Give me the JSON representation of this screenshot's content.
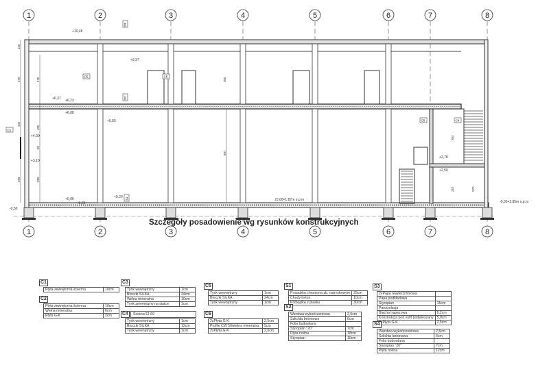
{
  "axes": [
    "1",
    "2",
    "3",
    "4",
    "5",
    "6",
    "7",
    "8"
  ],
  "levels": {
    "roof": "+10,48",
    "ceiling": "+9,37",
    "floor1_a": "+6,37",
    "floor1_b": "+6,23",
    "floor1_c": "+6,08",
    "beam": "+5,59",
    "window_top": "+4,00",
    "window_bottom": "+3,10",
    "ground_a": "+0,00",
    "ground_b": "-0,20",
    "ground_c": "+0,20",
    "ground_main": "±0,00=1,87m n.p.m",
    "outside_left": "-0,50",
    "outside_right": "-0,02=1,85m n.p.m",
    "stair_a": "+2,78",
    "stair_b": "+2,50"
  },
  "dims": {
    "d150": "150",
    "d270": "270",
    "d347": "347",
    "d105": "105",
    "d90": "90",
    "d280": "280",
    "d300": "300",
    "d607": "607",
    "d302": "302",
    "d267": "267",
    "d270b": "270"
  },
  "tags": {
    "c1": "C1",
    "c5": "C5",
    "c4": "C4",
    "s2": "S2",
    "s3": "S3",
    "s1": "S1"
  },
  "caption": "Szczegóły posadowienie wg rysunków konstrukcyjnych",
  "tables": {
    "C1": {
      "label": "C1",
      "rows": [
        [
          "Płyta zewnętrzna ścienna",
          "10cm"
        ]
      ]
    },
    "C2": {
      "label": "C2",
      "rows": [
        [
          "Płyta zewnętrzna ścienna",
          "10cm"
        ],
        [
          "Wełna mineralna",
          "6cm"
        ],
        [
          "Płyta G-K",
          "2cm"
        ]
      ]
    },
    "C3": {
      "label": "C3",
      "rows": [
        [
          "Tynk wewnętrzny",
          "1cm"
        ],
        [
          "Bloczki SILKA",
          "24cm"
        ],
        [
          "Wełna mineralna",
          "10cm"
        ],
        [
          "Tynk zewnętrzny na siatce",
          "1cm"
        ]
      ]
    },
    "C4": {
      "label": "C4",
      "header": "Ściana EI 60",
      "rows": [
        [
          "Tynk wewnętrzny",
          "1cm"
        ],
        [
          "Bloczki SILKA",
          "12cm"
        ],
        [
          "Tynk wewnętrzny",
          "1cm"
        ]
      ]
    },
    "C5": {
      "label": "C5",
      "rows": [
        [
          "Tynk wewnętrzny",
          "1cm"
        ],
        [
          "Bloczki SILKA",
          "24cm"
        ],
        [
          "Tynk wewnętrzny",
          "1cm"
        ]
      ]
    },
    "C6": {
      "label": "C6",
      "rows": [
        [
          "2xPłyta G-K",
          "2,5cm"
        ],
        [
          "Profile CW 50/wełna mineralna",
          "5cm"
        ],
        [
          "2xPłyta G-K",
          "2,5cm"
        ]
      ]
    },
    "S1": {
      "label": "S1",
      "rows": [
        [
          "Posadzka chroniona zb. natryskowym",
          "25cm"
        ],
        [
          "Chudy beton",
          "10cm"
        ],
        [
          "Podsypka z piasku",
          "30cm"
        ]
      ]
    },
    "S2": {
      "label": "S2",
      "rows": [
        [
          "Warstwa wykończeniowa",
          "2,5cm"
        ],
        [
          "Szlichta betonowa",
          "6cm"
        ],
        [
          "Folia budowlana",
          ""
        ],
        [
          "Styropian \"20\"",
          "7cm"
        ],
        [
          "Płyta nośna",
          "18cm"
        ],
        [
          "Styropian",
          "10cm"
        ]
      ]
    },
    "S3": {
      "label": "S3",
      "rows": [
        [
          "2xPapa nawierzchniowa",
          ""
        ],
        [
          "Papa podkładowa",
          ""
        ],
        [
          "Styropian",
          "15cm"
        ],
        [
          "Paroizolacja",
          ""
        ],
        [
          "Blacha trapezowa",
          "9,2cm"
        ],
        [
          "Konstrukcja pod sufit podwieszany",
          "5,0cm"
        ],
        [
          "2xPłyta G-K",
          "2,5cm"
        ]
      ]
    },
    "S4": {
      "label": "S4",
      "rows": [
        [
          "Warstwa wykończeniowa",
          "2,5cm"
        ],
        [
          "Szlichta betonowa",
          "6cm"
        ],
        [
          "Folia budowlana",
          ""
        ],
        [
          "Styropian \"20\"",
          "7cm"
        ],
        [
          "Płyta nośna",
          "12cm"
        ]
      ]
    }
  }
}
